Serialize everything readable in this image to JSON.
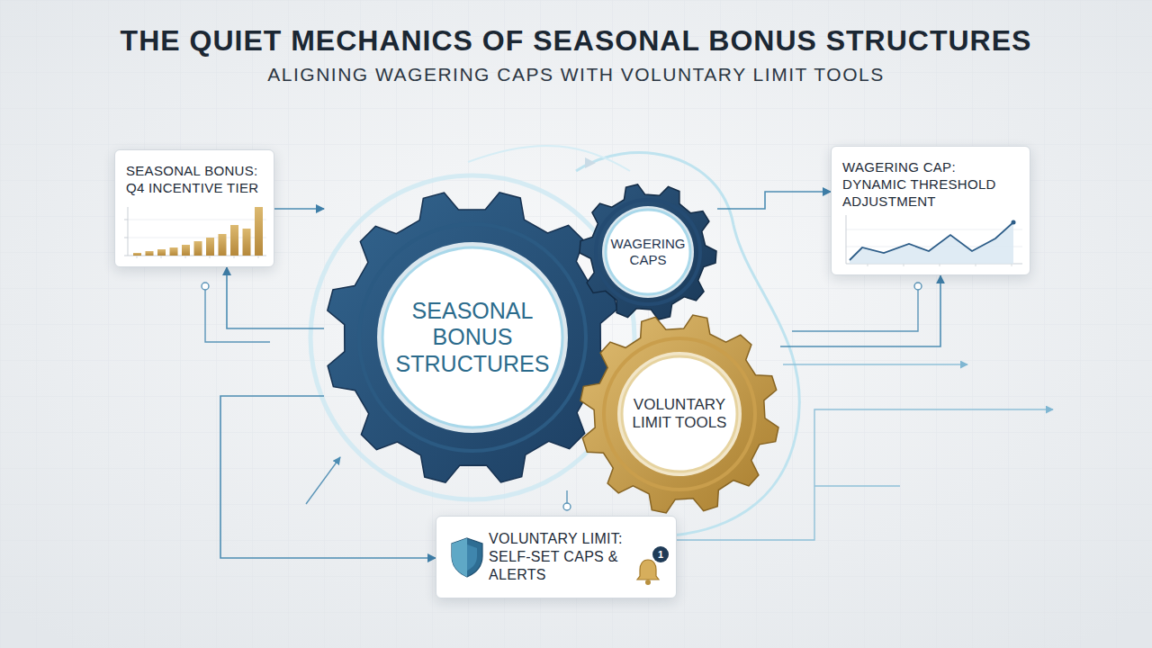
{
  "diagram": {
    "title": "THE QUIET MECHANICS OF SEASONAL BONUS STRUCTURES",
    "nodes": [
      {
        "text": [
          "SEASONAL BONUS:",
          "Q4 INCENTIVE TIER"
        ]
      },
      {
        "text": [
          "WAGERING CAP:",
          "DYNAMIC THRESHOLD ADJUSTMENT"
        ]
      },
      {
        "text": [
          "SEASONAL BONUS STRUCTURES"
        ]
      },
      {
        "text": [
          "WAGERING CAPS"
        ]
      },
      {
        "text": [
          "VOLUNTARY LIMIT TOOLS"
        ]
      },
      {
        "text": [
          "VOLUNTARY LIMIT: SELF-SET CAPS & ALERTS"
        ]
      }
    ],
    "edges": [
      {
        "from": 0,
        "to": 2,
        "arrow": "to"
      },
      {
        "from": 2,
        "to": 0,
        "arrow": "to"
      },
      {
        "from": 3,
        "to": 1,
        "arrow": "to"
      },
      {
        "from": 4,
        "to": 1,
        "arrow": "to"
      },
      {
        "from": 2,
        "to": 5,
        "arrow": "to"
      }
    ],
    "labels": [
      "ALIGNING WAGERING CAPS WITH VOLUNTARY LIMIT TOOLS",
      "1"
    ]
  }
}
